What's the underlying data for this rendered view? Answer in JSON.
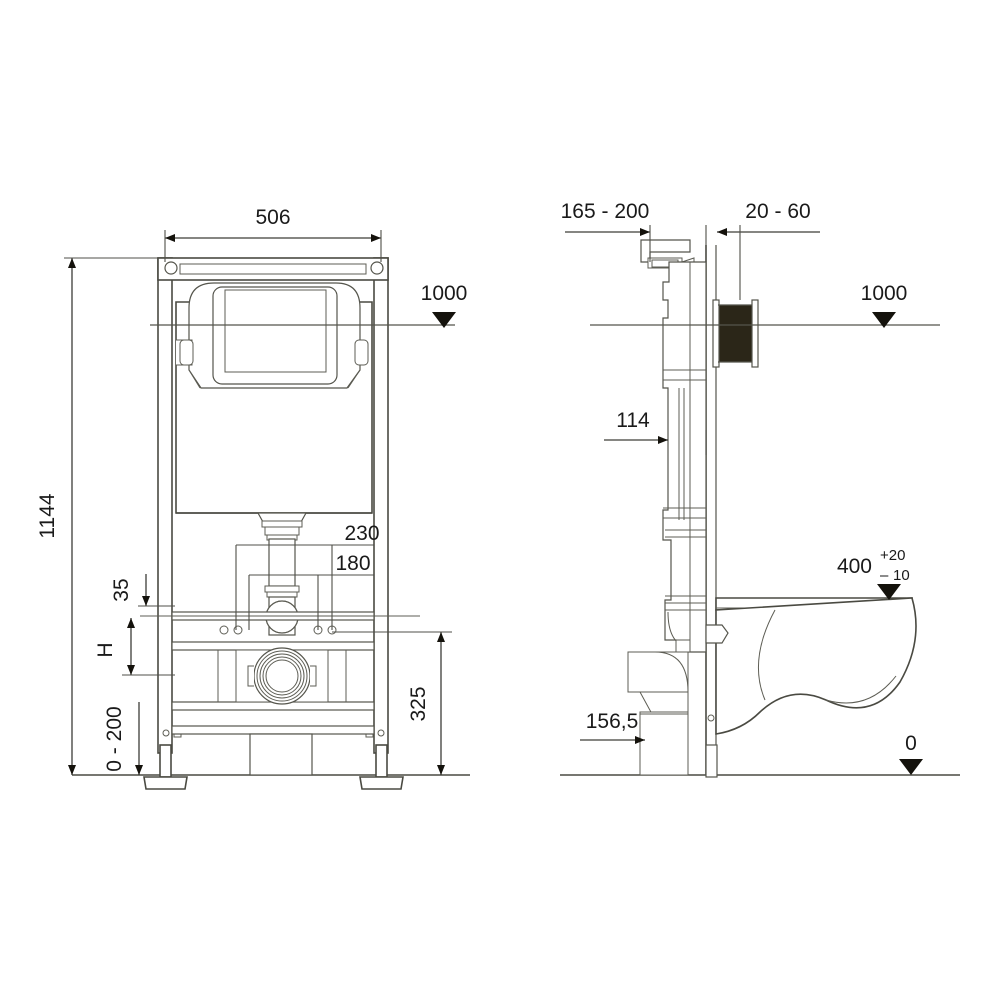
{
  "drawing": {
    "title": "Wall-hung WC installation frame dimension drawing",
    "units": "mm",
    "line_color": "#4a4a42",
    "dimension_color": "#3d3d38",
    "marker_color": "#14120c",
    "background": "#ffffff"
  },
  "front_view": {
    "name": "front-elevation",
    "dimensions": {
      "width_total": "506",
      "height_total": "1144",
      "flush_pipe_upper": "230",
      "flush_pipe_lower": "180",
      "offset_top": "35",
      "variable_height": "H",
      "foot_adjust": "0 - 200",
      "outlet_height": "325"
    },
    "level_marker": {
      "label": "1000",
      "symbol": "filled-down-triangle"
    }
  },
  "side_view": {
    "name": "side-section",
    "dimensions": {
      "wall_offset": "165 - 200",
      "finish_depth": "20 - 60",
      "frame_depth": "114",
      "waste_offset": "156,5",
      "bowl_height_nominal": "400",
      "bowl_height_tol_plus": "+20",
      "bowl_height_tol_minus": "10"
    },
    "level_markers": [
      {
        "label": "1000",
        "symbol": "filled-down-triangle"
      },
      {
        "label": "0",
        "symbol": "filled-down-triangle"
      }
    ]
  },
  "labels": {
    "d506": "506",
    "d1144": "1144",
    "d1000_front": "1000",
    "d230": "230",
    "d180": "180",
    "d35": "35",
    "dH": "H",
    "d0_200": "0 - 200",
    "d325": "325",
    "d165_200": "165 - 200",
    "d20_60": "20 - 60",
    "d1000_side": "1000",
    "d114": "114",
    "d156_5": "156,5",
    "d400": "400",
    "d400_plus": "+20",
    "d400_minus": "10",
    "d400_minus_sign": "–",
    "d0": "0"
  }
}
